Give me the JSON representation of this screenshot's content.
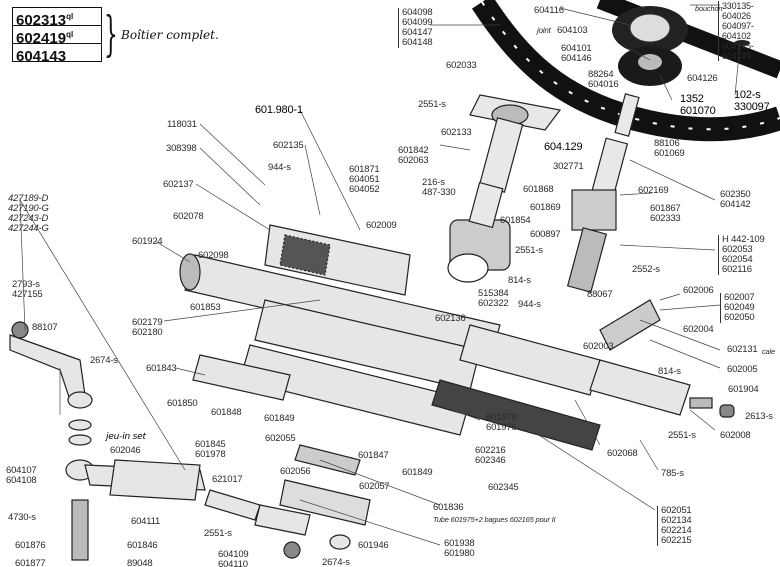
{
  "reference_box": {
    "rows": [
      {
        "number": "602313",
        "suffix": "ql"
      },
      {
        "number": "602419",
        "suffix": "ql"
      },
      {
        "number": "604143",
        "suffix": ""
      }
    ],
    "caption": "Boîtier complet."
  },
  "labels": [
    "604098\n604099\n604147\n604148",
    "604116",
    "joint",
    "604103",
    "604101\n604146",
    "88264\n604016",
    "604126",
    "1352\n601070",
    "102-s\n330097",
    "bouchon",
    "330135-604026\n604097-604102\n604145-604149",
    "602033",
    "2551-s",
    "602133",
    "604.129",
    "601842\n602063",
    "88106\n601069",
    "302771",
    "601.980-1",
    "118031",
    "308398",
    "602135",
    "944-s",
    "601871\n604051\n604052",
    "216-s\n487-330",
    "602137",
    "602009",
    "601868",
    "602169",
    "601854",
    "601869",
    "601867\n602333",
    "600897",
    "602350\n604142",
    "H 442-109\n602053\n602054\n602116",
    "602078",
    "601924",
    "602098",
    "2551-s",
    "2552-s",
    "814-s",
    "602006",
    "515384\n602322",
    "944-s",
    "88067",
    "602007\n602049\n602050",
    "601853",
    "602179\n602180",
    "2793-s\n427155",
    "427189-D\n427190-G\n427243-D\n427244-G",
    "88107",
    "602136",
    "602004",
    "602131",
    "cale",
    "602003",
    "601843",
    "2674-s",
    "602005",
    "814-s",
    "601850",
    "601848",
    "601849",
    "601904",
    "2613-s",
    "2551-s",
    "602008",
    "601879\n601976",
    "jeu-in set",
    "602046",
    "602055",
    "601845\n601978",
    "601847",
    "602216\n602346",
    "602068",
    "601849",
    "604107\n604108",
    "602056",
    "602057",
    "621017",
    "602345",
    "785-s",
    "4730-s",
    "604111",
    "601836",
    "Tube 601975+2 bagues 602165 pour II",
    "602051\n602134\n602214\n602215",
    "2551-s",
    "601876",
    "601846",
    "601946",
    "601938\n601980",
    "604109\n604110",
    "601877",
    "89048",
    "2674-s"
  ]
}
